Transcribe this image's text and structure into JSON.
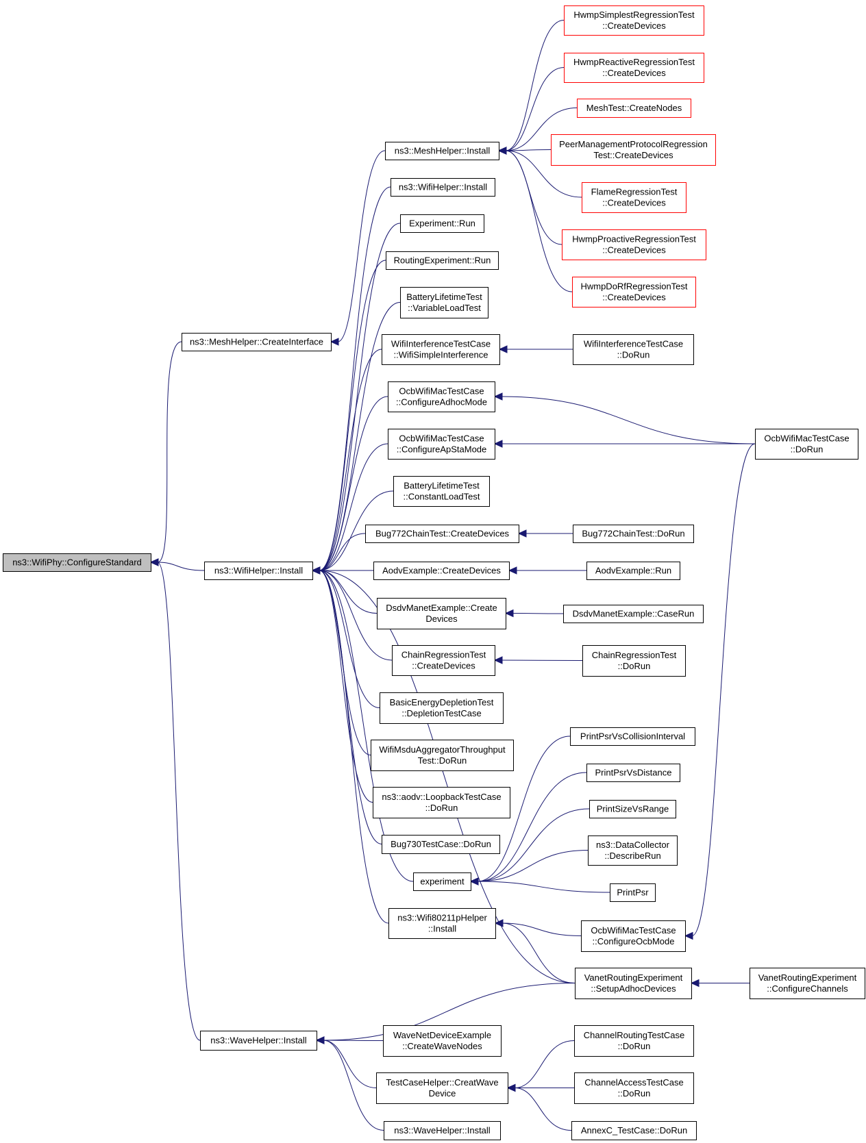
{
  "colors": {
    "edge": "#191970",
    "node_border": "#000000",
    "truncated_node_border": "#ff0000",
    "root_fill": "#bfbfbf"
  },
  "nodes": [
    {
      "id": "root",
      "lines": [
        "ns3::WifiPhy::ConfigureStandard"
      ],
      "style": "root"
    },
    {
      "id": "meshCreateInterface",
      "lines": [
        "ns3::MeshHelper::CreateInterface"
      ]
    },
    {
      "id": "wifiHelperInstall",
      "lines": [
        "ns3::WifiHelper::Install"
      ]
    },
    {
      "id": "waveHelperInstall",
      "lines": [
        "ns3::WaveHelper::Install"
      ]
    },
    {
      "id": "meshInstall",
      "lines": [
        "ns3::MeshHelper::Install"
      ]
    },
    {
      "id": "wifiHelperInstall2",
      "lines": [
        "ns3::WifiHelper::Install"
      ]
    },
    {
      "id": "experimentRun",
      "lines": [
        "Experiment::Run"
      ]
    },
    {
      "id": "routingExperimentRun",
      "lines": [
        "RoutingExperiment::Run"
      ]
    },
    {
      "id": "batteryVariable",
      "lines": [
        "BatteryLifetimeTest",
        "::VariableLoadTest"
      ]
    },
    {
      "id": "wifiInterferenceSimple",
      "lines": [
        "WifiInterferenceTestCase",
        "::WifiSimpleInterference"
      ]
    },
    {
      "id": "ocbAdhoc",
      "lines": [
        "OcbWifiMacTestCase",
        "::ConfigureAdhocMode"
      ]
    },
    {
      "id": "ocbApSta",
      "lines": [
        "OcbWifiMacTestCase",
        "::ConfigureApStaMode"
      ]
    },
    {
      "id": "batteryConstant",
      "lines": [
        "BatteryLifetimeTest",
        "::ConstantLoadTest"
      ]
    },
    {
      "id": "bug772Create",
      "lines": [
        "Bug772ChainTest::CreateDevices"
      ]
    },
    {
      "id": "aodvCreate",
      "lines": [
        "AodvExample::CreateDevices"
      ]
    },
    {
      "id": "dsdvCreate",
      "lines": [
        "DsdvManetExample::Create",
        "Devices"
      ]
    },
    {
      "id": "chainCreate",
      "lines": [
        "ChainRegressionTest",
        "::CreateDevices"
      ]
    },
    {
      "id": "basicEnergy",
      "lines": [
        "BasicEnergyDepletionTest",
        "::DepletionTestCase"
      ]
    },
    {
      "id": "wifiMsdu",
      "lines": [
        "WifiMsduAggregatorThroughput",
        "Test::DoRun"
      ]
    },
    {
      "id": "aodvLoopback",
      "lines": [
        "ns3::aodv::LoopbackTestCase",
        "::DoRun"
      ]
    },
    {
      "id": "bug730",
      "lines": [
        "Bug730TestCase::DoRun"
      ]
    },
    {
      "id": "experiment",
      "lines": [
        "experiment"
      ]
    },
    {
      "id": "wifi80211p",
      "lines": [
        "ns3::Wifi80211pHelper",
        "::Install"
      ]
    },
    {
      "id": "waveNetDevice",
      "lines": [
        "WaveNetDeviceExample",
        "::CreateWaveNodes"
      ]
    },
    {
      "id": "testCaseHelper",
      "lines": [
        "TestCaseHelper::CreatWave",
        "Device"
      ]
    },
    {
      "id": "waveHelperInstall2",
      "lines": [
        "ns3::WaveHelper::Install"
      ]
    },
    {
      "id": "hwmpSimplest",
      "lines": [
        "HwmpSimplestRegressionTest",
        "::CreateDevices"
      ],
      "style": "red"
    },
    {
      "id": "hwmpReactive",
      "lines": [
        "HwmpReactiveRegressionTest",
        "::CreateDevices"
      ],
      "style": "red"
    },
    {
      "id": "meshTestNodes",
      "lines": [
        "MeshTest::CreateNodes"
      ],
      "style": "red"
    },
    {
      "id": "peerMgmt",
      "lines": [
        "PeerManagementProtocolRegression",
        "Test::CreateDevices"
      ],
      "style": "red"
    },
    {
      "id": "flame",
      "lines": [
        "FlameRegressionTest",
        "::CreateDevices"
      ],
      "style": "red"
    },
    {
      "id": "hwmpProactive",
      "lines": [
        "HwmpProactiveRegressionTest",
        "::CreateDevices"
      ],
      "style": "red"
    },
    {
      "id": "hwmpDoRf",
      "lines": [
        "HwmpDoRfRegressionTest",
        "::CreateDevices"
      ],
      "style": "red"
    },
    {
      "id": "wifiInterferenceDoRun",
      "lines": [
        "WifiInterferenceTestCase",
        "::DoRun"
      ]
    },
    {
      "id": "ocbDoRun",
      "lines": [
        "OcbWifiMacTestCase",
        "::DoRun"
      ]
    },
    {
      "id": "bug772DoRun",
      "lines": [
        "Bug772ChainTest::DoRun"
      ]
    },
    {
      "id": "aodvRun",
      "lines": [
        "AodvExample::Run"
      ]
    },
    {
      "id": "dsdvCaseRun",
      "lines": [
        "DsdvManetExample::CaseRun"
      ]
    },
    {
      "id": "chainDoRun",
      "lines": [
        "ChainRegressionTest",
        "::DoRun"
      ]
    },
    {
      "id": "printPsrVsCollision",
      "lines": [
        "PrintPsrVsCollisionInterval"
      ]
    },
    {
      "id": "printPsrVsDistance",
      "lines": [
        "PrintPsrVsDistance"
      ]
    },
    {
      "id": "printSizeVsRange",
      "lines": [
        "PrintSizeVsRange"
      ]
    },
    {
      "id": "dataCollector",
      "lines": [
        "ns3::DataCollector",
        "::DescribeRun"
      ]
    },
    {
      "id": "printPsr",
      "lines": [
        "PrintPsr"
      ]
    },
    {
      "id": "ocbConfigureOcb",
      "lines": [
        "OcbWifiMacTestCase",
        "::ConfigureOcbMode"
      ]
    },
    {
      "id": "vanetSetup",
      "lines": [
        "VanetRoutingExperiment",
        "::SetupAdhocDevices"
      ]
    },
    {
      "id": "vanetConfigure",
      "lines": [
        "VanetRoutingExperiment",
        "::ConfigureChannels"
      ]
    },
    {
      "id": "channelRouting",
      "lines": [
        "ChannelRoutingTestCase",
        "::DoRun"
      ]
    },
    {
      "id": "channelAccess",
      "lines": [
        "ChannelAccessTestCase",
        "::DoRun"
      ]
    },
    {
      "id": "annexC",
      "lines": [
        "AnnexC_TestCase::DoRun"
      ]
    }
  ],
  "edges": [
    {
      "from": "meshCreateInterface",
      "to": "root"
    },
    {
      "from": "wifiHelperInstall",
      "to": "root"
    },
    {
      "from": "waveHelperInstall",
      "to": "root"
    },
    {
      "from": "meshInstall",
      "to": "meshCreateInterface"
    },
    {
      "from": "wifiHelperInstall2",
      "to": "wifiHelperInstall"
    },
    {
      "from": "experimentRun",
      "to": "wifiHelperInstall"
    },
    {
      "from": "routingExperimentRun",
      "to": "wifiHelperInstall"
    },
    {
      "from": "batteryVariable",
      "to": "wifiHelperInstall"
    },
    {
      "from": "wifiInterferenceSimple",
      "to": "wifiHelperInstall"
    },
    {
      "from": "ocbAdhoc",
      "to": "wifiHelperInstall"
    },
    {
      "from": "ocbApSta",
      "to": "wifiHelperInstall"
    },
    {
      "from": "batteryConstant",
      "to": "wifiHelperInstall"
    },
    {
      "from": "bug772Create",
      "to": "wifiHelperInstall"
    },
    {
      "from": "aodvCreate",
      "to": "wifiHelperInstall"
    },
    {
      "from": "dsdvCreate",
      "to": "wifiHelperInstall"
    },
    {
      "from": "chainCreate",
      "to": "wifiHelperInstall"
    },
    {
      "from": "basicEnergy",
      "to": "wifiHelperInstall"
    },
    {
      "from": "wifiMsdu",
      "to": "wifiHelperInstall"
    },
    {
      "from": "aodvLoopback",
      "to": "wifiHelperInstall"
    },
    {
      "from": "bug730",
      "to": "wifiHelperInstall"
    },
    {
      "from": "experiment",
      "to": "wifiHelperInstall"
    },
    {
      "from": "wifi80211p",
      "to": "wifiHelperInstall"
    },
    {
      "from": "vanetSetup",
      "to": "wifiHelperInstall"
    },
    {
      "from": "vanetSetup",
      "to": "waveHelperInstall"
    },
    {
      "from": "waveNetDevice",
      "to": "waveHelperInstall"
    },
    {
      "from": "testCaseHelper",
      "to": "waveHelperInstall"
    },
    {
      "from": "waveHelperInstall2",
      "to": "waveHelperInstall"
    },
    {
      "from": "hwmpSimplest",
      "to": "meshInstall"
    },
    {
      "from": "hwmpReactive",
      "to": "meshInstall"
    },
    {
      "from": "meshTestNodes",
      "to": "meshInstall"
    },
    {
      "from": "peerMgmt",
      "to": "meshInstall"
    },
    {
      "from": "flame",
      "to": "meshInstall"
    },
    {
      "from": "hwmpProactive",
      "to": "meshInstall"
    },
    {
      "from": "hwmpDoRf",
      "to": "meshInstall"
    },
    {
      "from": "wifiInterferenceDoRun",
      "to": "wifiInterferenceSimple"
    },
    {
      "from": "ocbDoRun",
      "to": "ocbAdhoc"
    },
    {
      "from": "ocbDoRun",
      "to": "ocbApSta"
    },
    {
      "from": "bug772DoRun",
      "to": "bug772Create"
    },
    {
      "from": "aodvRun",
      "to": "aodvCreate"
    },
    {
      "from": "dsdvCaseRun",
      "to": "dsdvCreate"
    },
    {
      "from": "chainDoRun",
      "to": "chainCreate"
    },
    {
      "from": "printPsrVsCollision",
      "to": "experiment"
    },
    {
      "from": "printPsrVsDistance",
      "to": "experiment"
    },
    {
      "from": "printSizeVsRange",
      "to": "experiment"
    },
    {
      "from": "dataCollector",
      "to": "experiment"
    },
    {
      "from": "printPsr",
      "to": "experiment"
    },
    {
      "from": "ocbConfigureOcb",
      "to": "wifi80211p"
    },
    {
      "from": "vanetSetup",
      "to": "wifi80211p"
    },
    {
      "from": "ocbDoRun",
      "to": "ocbConfigureOcb"
    },
    {
      "from": "vanetConfigure",
      "to": "vanetSetup"
    },
    {
      "from": "channelRouting",
      "to": "testCaseHelper"
    },
    {
      "from": "channelAccess",
      "to": "testCaseHelper"
    },
    {
      "from": "annexC",
      "to": "testCaseHelper"
    }
  ]
}
